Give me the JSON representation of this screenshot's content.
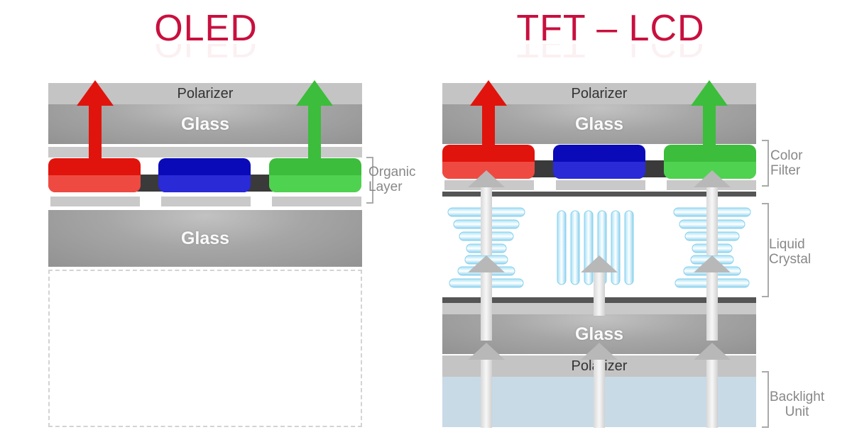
{
  "titles": {
    "oled": "OLED",
    "lcd": "TFT – LCD"
  },
  "oled": {
    "layers": {
      "polarizer": "Polarizer",
      "glass_top": "Glass",
      "glass_bottom": "Glass"
    },
    "side_label": [
      "Organic",
      "Layer"
    ],
    "emitted_light": [
      "red",
      "green"
    ]
  },
  "lcd": {
    "layers": {
      "polarizer_top": "Polarizer",
      "glass_top": "Glass",
      "glass_bottom": "Glass",
      "polarizer_bottom": "Polarizer"
    },
    "side_labels": {
      "color_filter": [
        "Color",
        "Filter"
      ],
      "liquid_crystal": [
        "Liquid",
        "Crystal"
      ],
      "backlight": [
        "Backlight",
        "Unit"
      ]
    },
    "emitted_light": [
      "red",
      "green"
    ]
  },
  "colors": {
    "title": "#c8103e",
    "red": "#e0140c",
    "blue": "#0a0ab8",
    "green": "#3cbd3c",
    "crystal": "#8fd6f2",
    "backlight": "#c8dae6"
  }
}
